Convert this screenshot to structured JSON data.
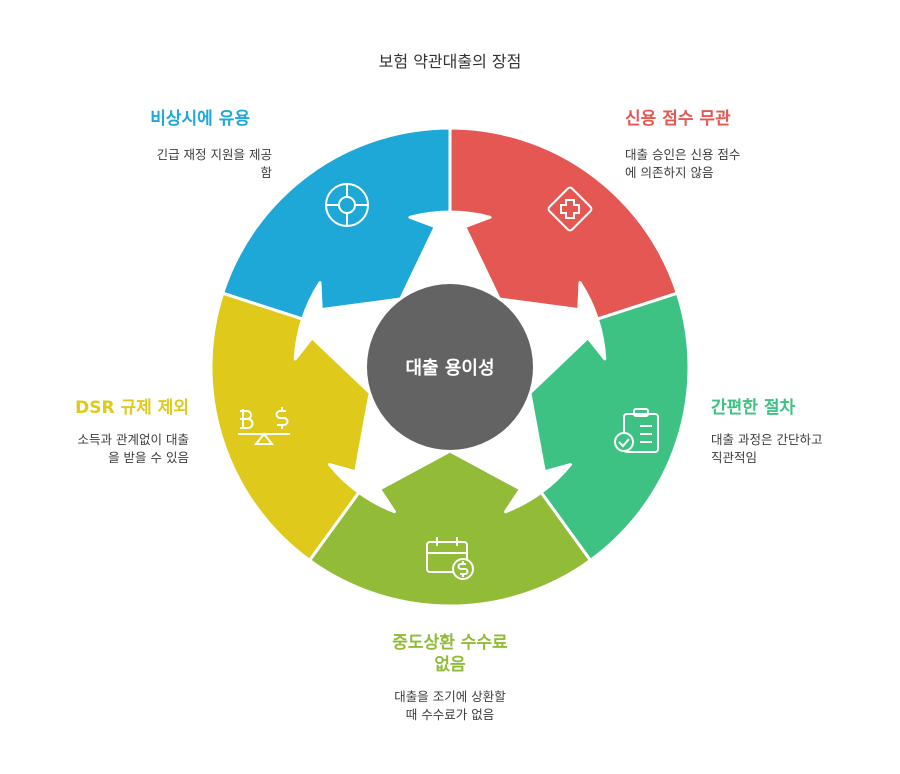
{
  "title": "보험 약관대출의 장점",
  "center": {
    "label": "대출 용이성",
    "color": "#636363"
  },
  "segments": [
    {
      "id": "emergency",
      "heading": "비상시에 유용",
      "desc_lines": [
        "긴급 재정 지원을 제공",
        "함"
      ],
      "color": "#1EA8D8",
      "icon": "lifebuoy-icon"
    },
    {
      "id": "credit",
      "heading": "신용 점수 무관",
      "desc_lines": [
        "대출 승인은 신용 점수",
        "에 의존하지 않음"
      ],
      "color": "#E55753",
      "icon": "medical-cross-icon"
    },
    {
      "id": "simple",
      "heading": "간편한 절차",
      "desc_lines": [
        "대출 과정은 간단하고",
        "직관적임"
      ],
      "color": "#3EC283",
      "icon": "clipboard-check-icon"
    },
    {
      "id": "prepay",
      "heading_lines": [
        "중도상환 수수료",
        "없음"
      ],
      "desc_lines": [
        "대출을 조기에 상환할",
        "때 수수료가 없음"
      ],
      "color": "#92BB38",
      "icon": "calendar-dollar-icon"
    },
    {
      "id": "dsr",
      "heading": "DSR 규제 제외",
      "desc_lines": [
        "소득과 관계없이 대출",
        "을 받을 수 있음"
      ],
      "color": "#DFCA1C",
      "icon": "currency-balance-icon"
    }
  ]
}
